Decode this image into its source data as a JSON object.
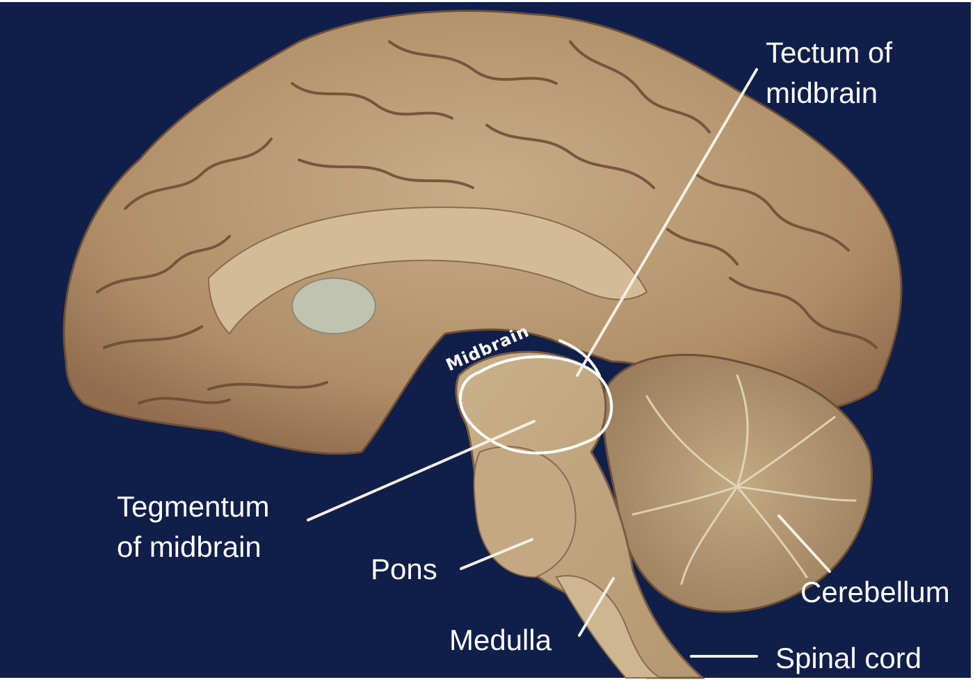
{
  "figure": {
    "background_color": "#0f1f4a",
    "tissue_color": "#bfa47c",
    "line_color": "#f4efe3",
    "text_color": "#ffffff"
  },
  "labels": {
    "tectum_line1": "Tectum of",
    "tectum_line2": "midbrain",
    "tegmentum_line1": "Tegmentum",
    "tegmentum_line2": "of midbrain",
    "pons": "Pons",
    "medulla": "Medulla",
    "cerebellum": "Cerebellum",
    "spinal_cord": "Spinal cord",
    "midbrain": "Midbrain"
  }
}
